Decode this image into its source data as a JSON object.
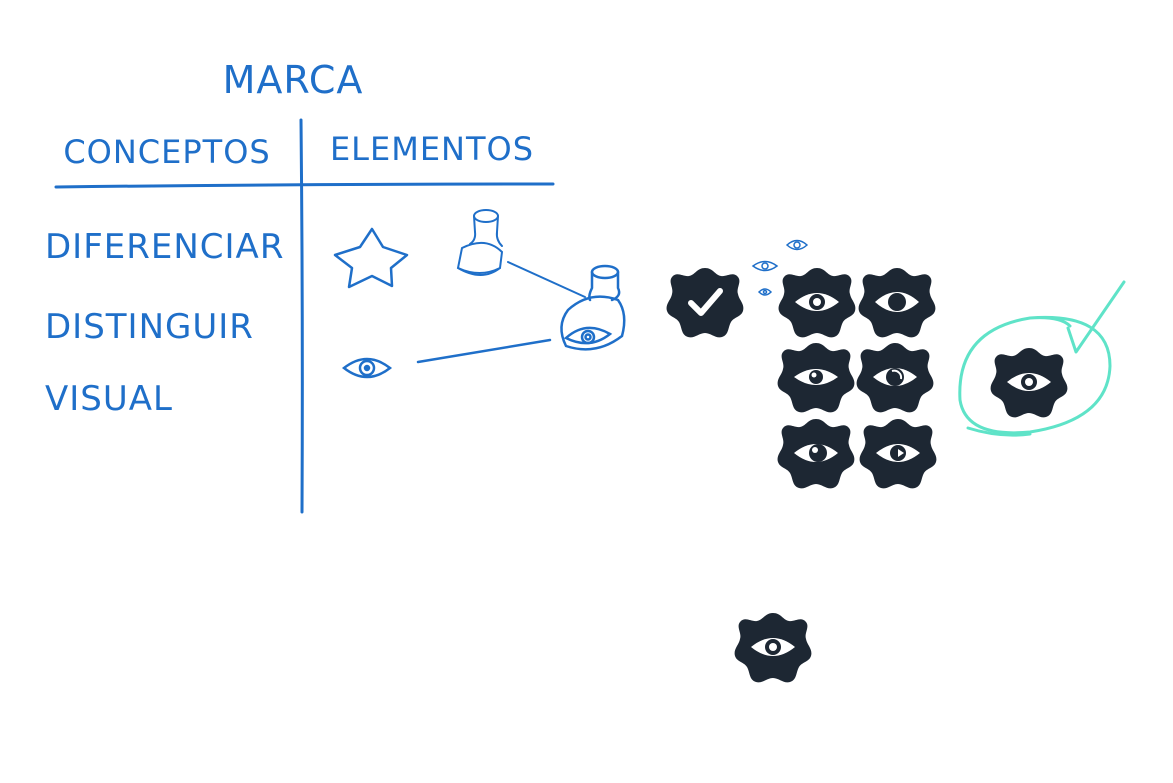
{
  "title": "MARCA",
  "table": {
    "col_left": "CONCEPTOS",
    "col_right": "ELEMENTOS",
    "concepts": [
      "DIFERENCIAR",
      "DISTINGUIR",
      "VISUAL"
    ]
  },
  "elements_icons": [
    "star-icon",
    "stamp-icon",
    "stamp-eye-icon",
    "eye-icon"
  ],
  "badges": {
    "check_badge_icon": "check-badge-icon",
    "eye_badge_icon": "eye-badge-icon",
    "variant_count": 6,
    "selected_icon": "eye-badge-icon"
  },
  "colors": {
    "ink_blue": "#1f6fc9",
    "badge_dark": "#1d2733",
    "highlight_teal": "#5fe3c8"
  }
}
